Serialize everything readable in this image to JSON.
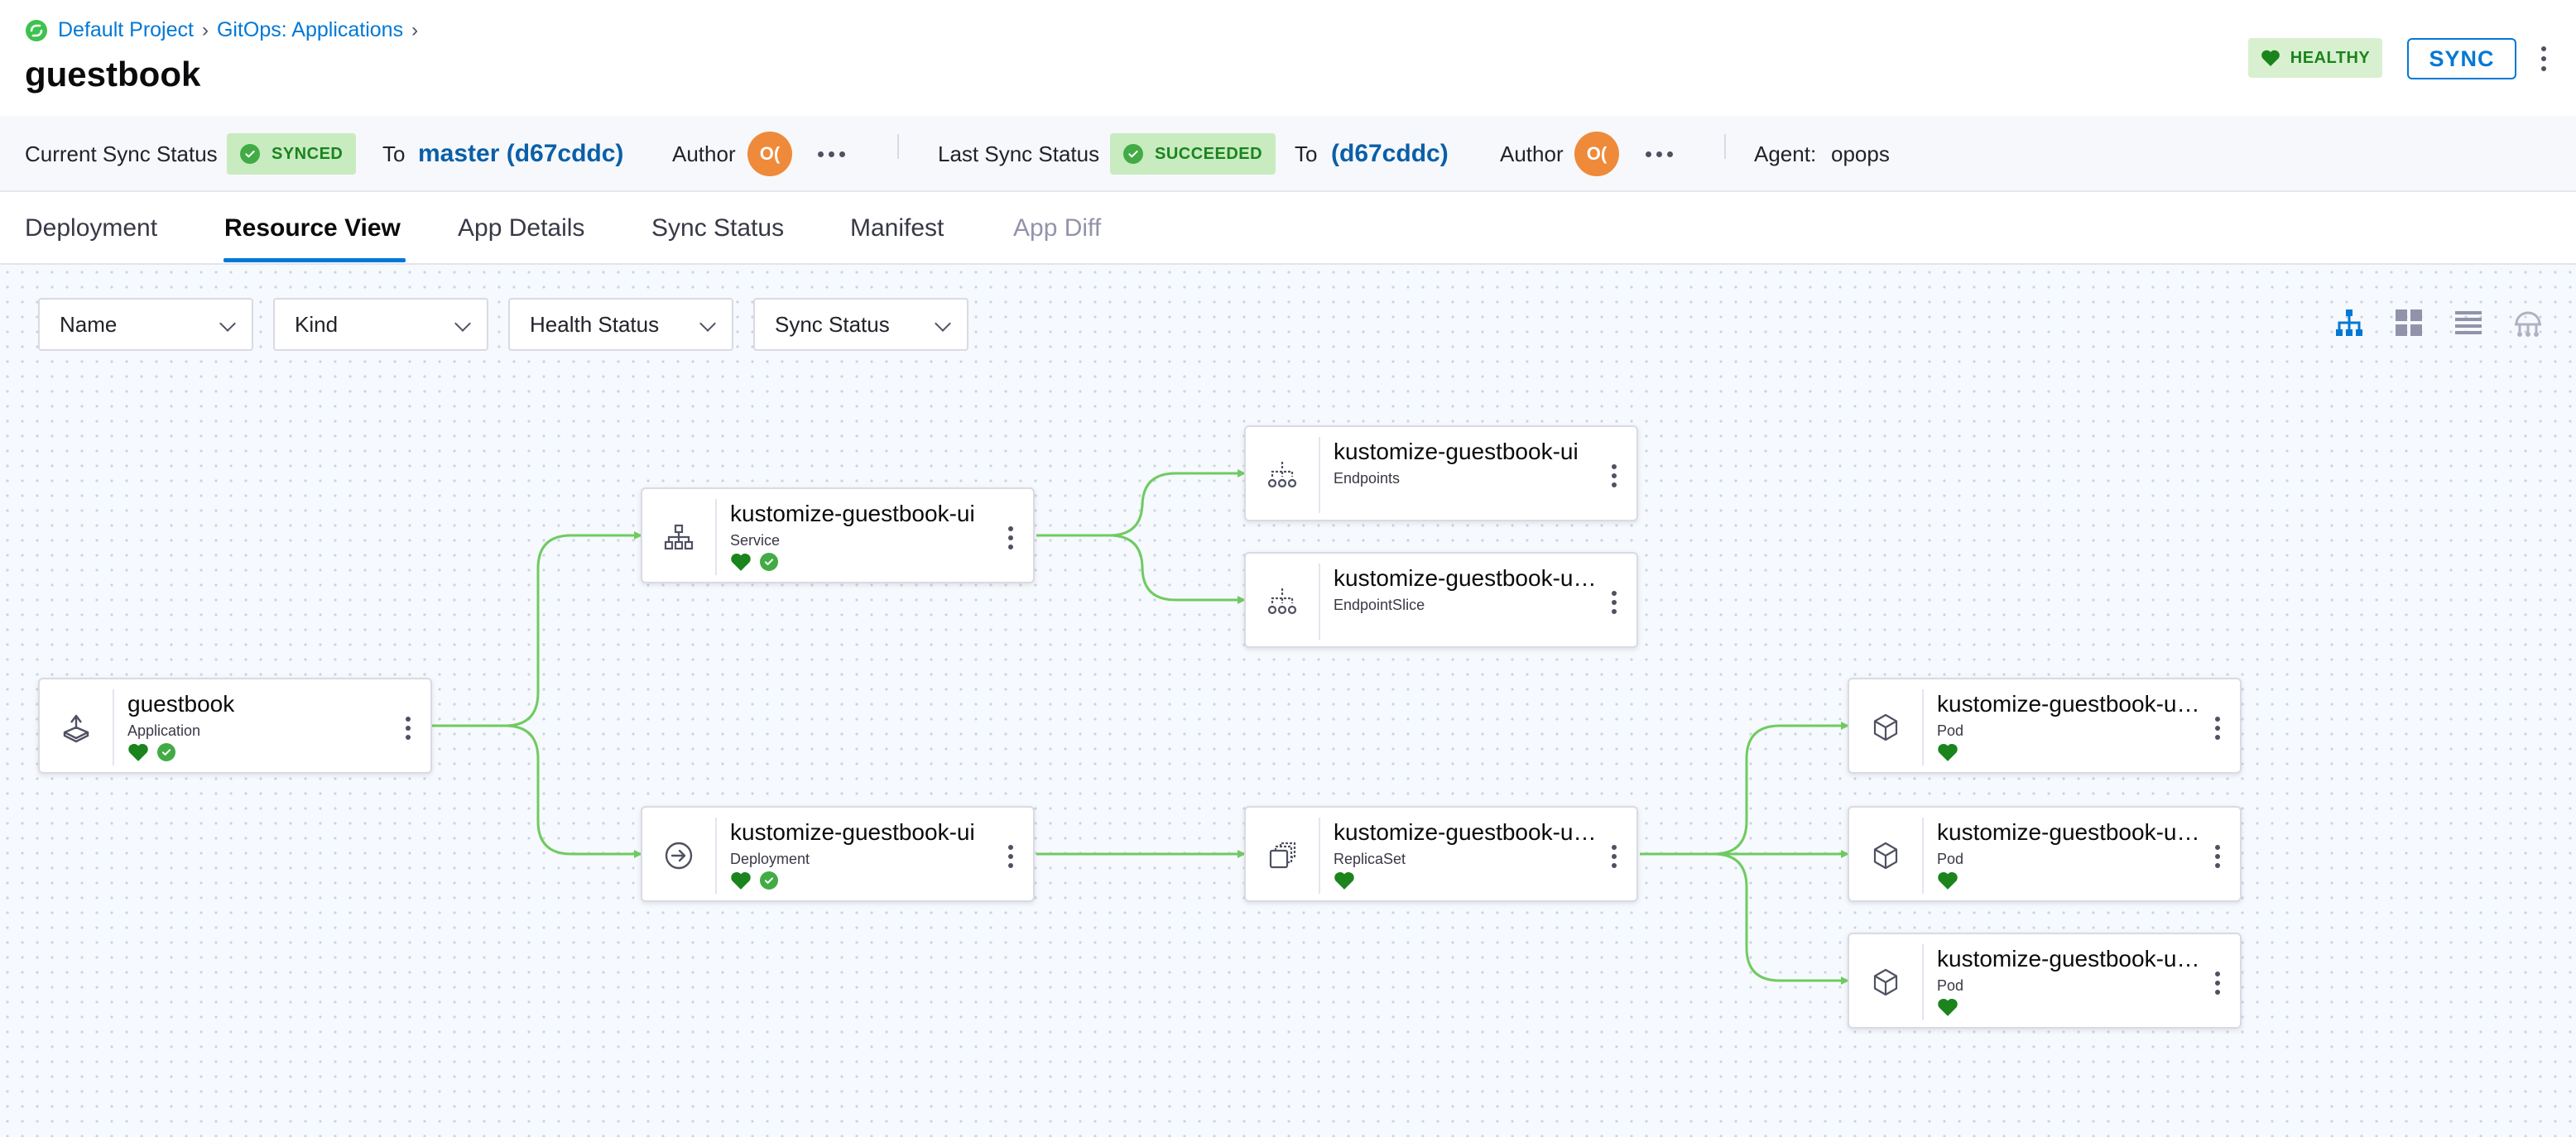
{
  "breadcrumb": {
    "items": [
      "Default Project",
      "GitOps: Applications"
    ]
  },
  "page": {
    "title": "guestbook"
  },
  "header": {
    "health_badge": "HEALTHY",
    "sync_button": "SYNC"
  },
  "syncbar": {
    "current_label": "Current Sync Status",
    "current_status": "SYNCED",
    "current_to_label": "To",
    "current_commit": "master (d67cddc)",
    "current_author_label": "Author",
    "current_author_initials": "O(",
    "last_label": "Last Sync Status",
    "last_status": "SUCCEEDED",
    "last_to_label": "To",
    "last_commit": "(d67cddc)",
    "last_author_label": "Author",
    "last_author_initials": "O(",
    "agent_label": "Agent:",
    "agent_value": "opops"
  },
  "tabs": [
    {
      "label": "Deployment"
    },
    {
      "label": "Resource View",
      "active": true
    },
    {
      "label": "App Details"
    },
    {
      "label": "Sync Status"
    },
    {
      "label": "Manifest"
    },
    {
      "label": "App Diff",
      "disabled": true
    }
  ],
  "filters": [
    {
      "label": "Name"
    },
    {
      "label": "Kind"
    },
    {
      "label": "Health Status"
    },
    {
      "label": "Sync Status"
    }
  ],
  "view_modes": [
    "tree-view-icon",
    "grid-view-icon",
    "list-view-icon",
    "network-view-icon"
  ],
  "colors": {
    "accent": "#0278d5",
    "healthy": "#42ab45",
    "edge": "#6fcb61",
    "avatar": "#ee8a3a"
  },
  "nodes": [
    {
      "name": "guestbook",
      "kind": "Application",
      "icon": "application-icon",
      "health": "healthy",
      "synced": true
    },
    {
      "name": "kustomize-guestbook-ui",
      "kind": "Service",
      "icon": "service-icon",
      "health": "healthy",
      "synced": true
    },
    {
      "name": "kustomize-guestbook-ui",
      "kind": "Deployment",
      "icon": "deployment-icon",
      "health": "healthy",
      "synced": true
    },
    {
      "name": "kustomize-guestbook-ui",
      "kind": "Endpoints",
      "icon": "endpoints-icon"
    },
    {
      "name": "kustomize-guestbook-ui-...",
      "kind": "EndpointSlice",
      "icon": "endpointslice-icon"
    },
    {
      "name": "kustomize-guestbook-ui-...",
      "kind": "ReplicaSet",
      "icon": "replicaset-icon",
      "health": "healthy"
    },
    {
      "name": "kustomize-guestbook-ui-...",
      "kind": "Pod",
      "icon": "pod-icon",
      "health": "healthy"
    },
    {
      "name": "kustomize-guestbook-ui-...",
      "kind": "Pod",
      "icon": "pod-icon",
      "health": "healthy"
    },
    {
      "name": "kustomize-guestbook-ui-...",
      "kind": "Pod",
      "icon": "pod-icon",
      "health": "healthy"
    }
  ]
}
